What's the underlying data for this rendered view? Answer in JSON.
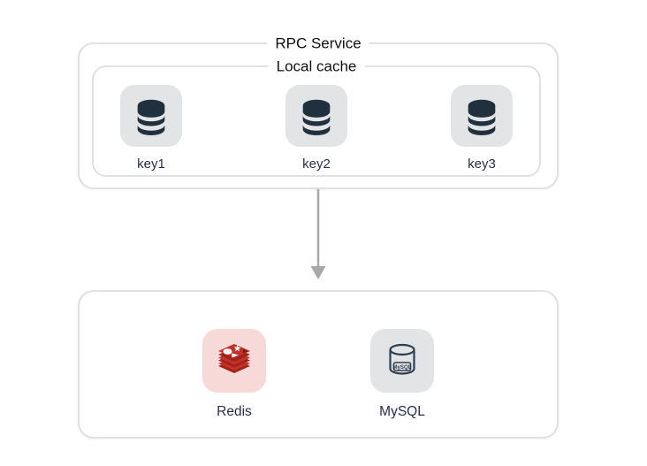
{
  "diagram": {
    "title_box": {
      "label": "RPC Service"
    },
    "cache_box": {
      "label": "Local cache"
    },
    "cache_nodes": [
      {
        "label": "key1",
        "icon": "database-icon"
      },
      {
        "label": "key2",
        "icon": "database-icon"
      },
      {
        "label": "key3",
        "icon": "database-icon"
      }
    ],
    "storage_nodes": [
      {
        "label": "Redis",
        "icon": "redis-icon"
      },
      {
        "label": "MySQL",
        "icon": "mysql-icon"
      }
    ],
    "mysql_icon_text": "MySQL",
    "arrow": {
      "direction": "down"
    },
    "colors": {
      "box_border": "#e1e1e1",
      "tile_background": "#e2e4e6",
      "redis_tile_background": "#f7dad8",
      "database_glyph": "#20303f",
      "redis_red": "#c6302b",
      "redis_dark_red": "#9e231a",
      "node_label_text": "#22304e",
      "title_text": "#111111",
      "arrow": "#a9a9a9"
    }
  }
}
